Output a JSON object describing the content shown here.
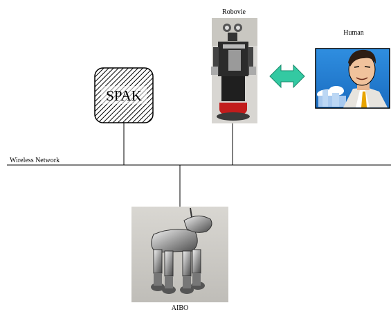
{
  "diagram": {
    "nodes": {
      "spak": {
        "label": "SPAK"
      },
      "robovie": {
        "label": "Robovie"
      },
      "human": {
        "label": "Human"
      },
      "aibo": {
        "label": "AIBO"
      }
    },
    "network": {
      "label": "Wireless Network"
    },
    "links": [
      {
        "from": "spak",
        "to": "wireless-network",
        "style": "line"
      },
      {
        "from": "robovie",
        "to": "wireless-network",
        "style": "line"
      },
      {
        "from": "aibo",
        "to": "wireless-network",
        "style": "line"
      },
      {
        "from": "robovie",
        "to": "human",
        "style": "double-arrow"
      }
    ],
    "colors": {
      "arrow_fill": "#33c9a2",
      "spak_hatch": "#000000",
      "human_bg": "#1f7fd1"
    }
  }
}
